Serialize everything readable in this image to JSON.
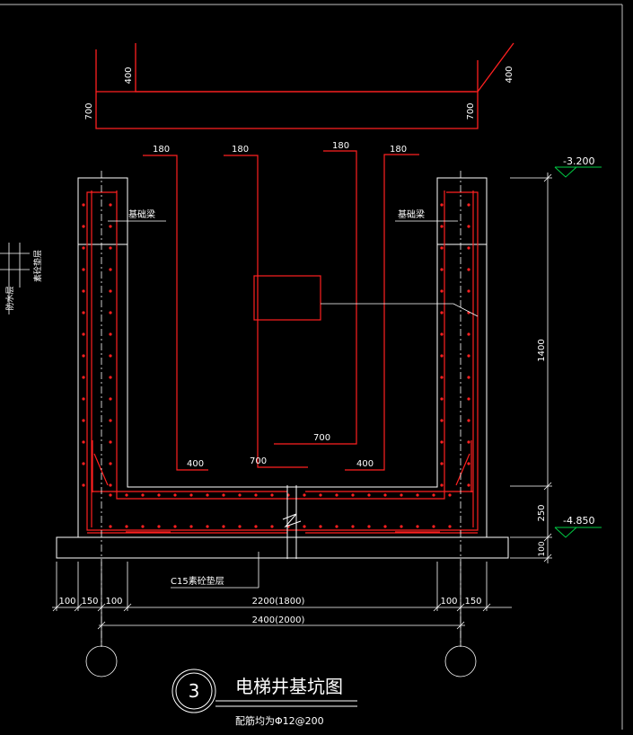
{
  "colors": {
    "background": "#000000",
    "rebar": "#ff2020",
    "outline": "#ffffff",
    "elevation_marker": "#00cc44",
    "border": "#c0c0c0"
  },
  "title": {
    "number": "3",
    "main": "电梯井基坑图",
    "note": "配筋均为Φ12@200"
  },
  "elevations": {
    "top": "-3.200",
    "bottom": "-4.850"
  },
  "labels": {
    "left_beam": "基础梁",
    "right_beam": "基础梁",
    "cushion": "C15素砼垫层",
    "side_layer_a": "素砼垫层",
    "side_layer_b": "防水层"
  },
  "rebar_dims": {
    "top_left_400": "400",
    "top_right_400": "400",
    "top_left_700": "700",
    "top_right_700": "700",
    "hook_180_a": "180",
    "hook_180_b": "180",
    "hook_180_c": "180",
    "hook_180_d": "180",
    "leg_400_left": "400",
    "leg_400_right": "400",
    "bottom_700_a": "700",
    "bottom_700_b": "700"
  },
  "dimensions": {
    "d1": "100",
    "d2": "150",
    "d3": "100",
    "d4": "100",
    "d5": "150",
    "inner_width": "2200(1800)",
    "outer_width": "2400(2000)",
    "height_main": "1400",
    "height_slab": "250",
    "height_cushion": "100"
  }
}
